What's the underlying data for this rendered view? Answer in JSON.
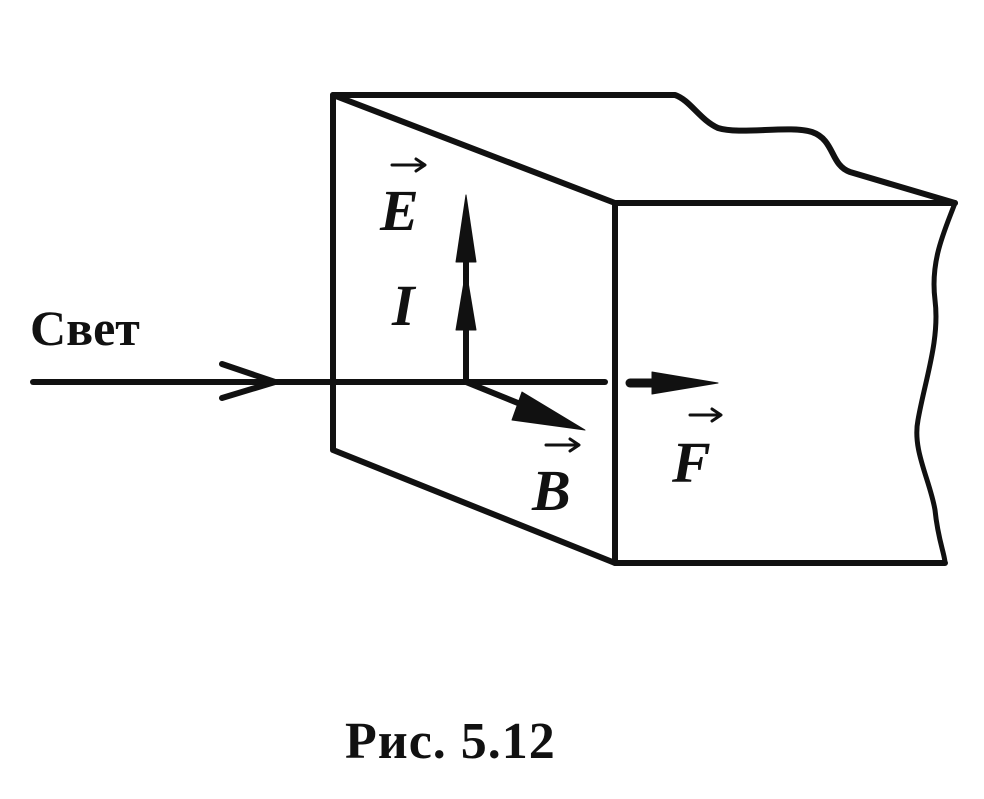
{
  "labels": {
    "light": "Свет",
    "E": "E",
    "I": "I",
    "B": "B",
    "F": "F"
  },
  "caption": "Рис. 5.12",
  "colors": {
    "ink": "#111111",
    "background": "#ffffff"
  }
}
